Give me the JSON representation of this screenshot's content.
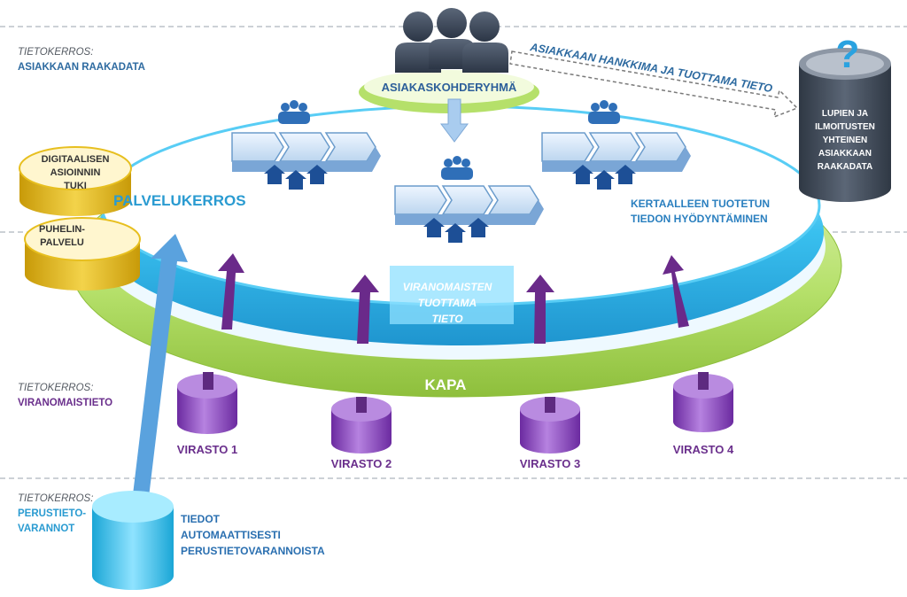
{
  "layers": [
    {
      "caption": "TIETOKERROS:",
      "name": "ASIAKKAAN RAAKADATA",
      "color": "#2d6aa0"
    },
    {
      "caption": "TIETOKERROS:",
      "name": "VIRANOMAISTIETO",
      "color": "#6a2f8c"
    },
    {
      "caption": "TIETOKERROS:",
      "name_line1": "PERUSTIETO-",
      "name_line2": "VARANNOT",
      "color": "#2a9bd1"
    }
  ],
  "customer_group": "ASIAKASKOHDERYHMÄ",
  "customer_info": "ASIAKKAAN HANKKIMA JA TUOTTAMA TIETO",
  "raw_data_db": {
    "symbol": "?",
    "lines": [
      "LUPIEN JA",
      "ILMOITUSTEN",
      "YHTEINEN",
      "ASIAKKAAN",
      "RAAKADATA"
    ]
  },
  "service_layer": "PALVELUKERROS",
  "once_only": {
    "line1": "KERTAALLEEN TUOTETUN",
    "line2": "TIEDON HYÖDYNTÄMINEN"
  },
  "authority_info": {
    "line1": "VIRANOMAISTEN",
    "line2": "TUOTTAMA",
    "line3": "TIETO"
  },
  "kapa": "KAPA",
  "side_services": [
    {
      "lines": [
        "DIGITAALISEN",
        "ASIOINNIN",
        "TUKI"
      ]
    },
    {
      "lines": [
        "PUHELIN-",
        "PALVELU"
      ]
    }
  ],
  "agencies": [
    "VIRASTO 1",
    "VIRASTO 2",
    "VIRASTO 3",
    "VIRASTO 4"
  ],
  "base_data": {
    "line1": "TIEDOT",
    "line2": "AUTOMAATTISESTI",
    "line3": "PERUSTIETOVARANNOISTA"
  },
  "colors": {
    "ring_green": "#b5e06a",
    "ring_cyan": "#39c0ef",
    "agency_purple": "#8c42c4",
    "arrow_purple": "#6a2a8a",
    "yellow": "#e7bf1f",
    "people": "#3b4658",
    "dark_db": "#3f4855",
    "houses": "#1d4f96"
  }
}
